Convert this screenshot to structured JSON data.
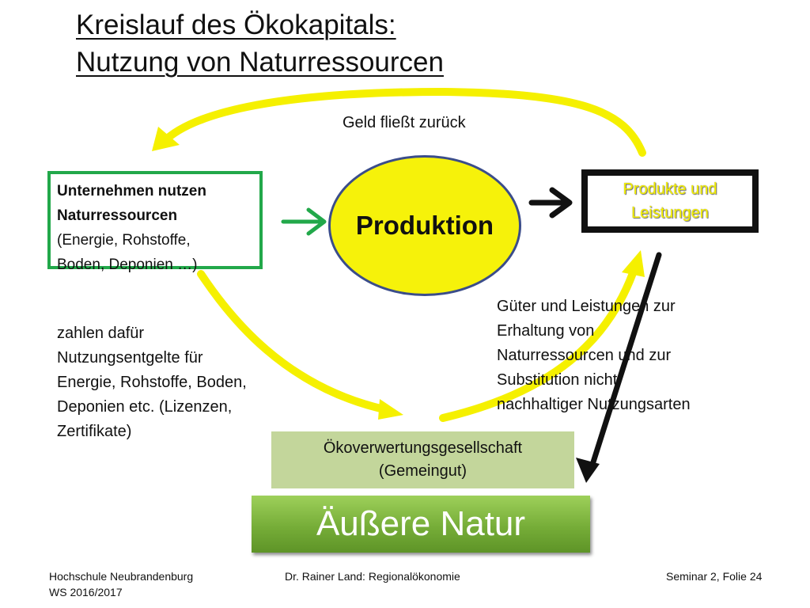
{
  "title": {
    "line1": "Kreislauf des Ökokapitals:",
    "line2": "Nutzung von Naturressourcen"
  },
  "labels": {
    "geld": "Geld fließt zurück",
    "produktion": "Produktion",
    "produkte_line1": "Produkte und",
    "produkte_line2": "Leistungen",
    "oeko_line1": "Ökoverwertungsgesellschaft",
    "oeko_line2": "(Gemeingut)",
    "natur": "Äußere Natur"
  },
  "unternehmen": {
    "line1": "Unternehmen nutzen",
    "line2": "Naturressourcen",
    "line3": "(Energie, Rohstoffe,",
    "line4": "Boden, Deponien …)"
  },
  "zahlen": [
    "zahlen dafür",
    "Nutzungsentgelte für",
    "Energie, Rohstoffe, Boden,",
    "Deponien etc. (Lizenzen,",
    "Zertifikate)"
  ],
  "gueter": [
    "Güter und Leistungen zur",
    "Erhaltung von",
    "Naturressourcen und zur",
    "Substitution nicht",
    "nachhaltiger Nutzungsarten"
  ],
  "footer": {
    "left_line1": "Hochschule Neubrandenburg",
    "left_line2": "WS 2016/2017",
    "center": "Dr. Rainer Land: Regionalökonomie",
    "right": "Seminar 2, Folie 24"
  },
  "colors": {
    "flow_arrow": "#f5f000",
    "green_border": "#22a84a",
    "ellipse_fill": "#f6f20a",
    "oeko_fill": "#c3d69b",
    "natur_fill": "#76ad38"
  }
}
